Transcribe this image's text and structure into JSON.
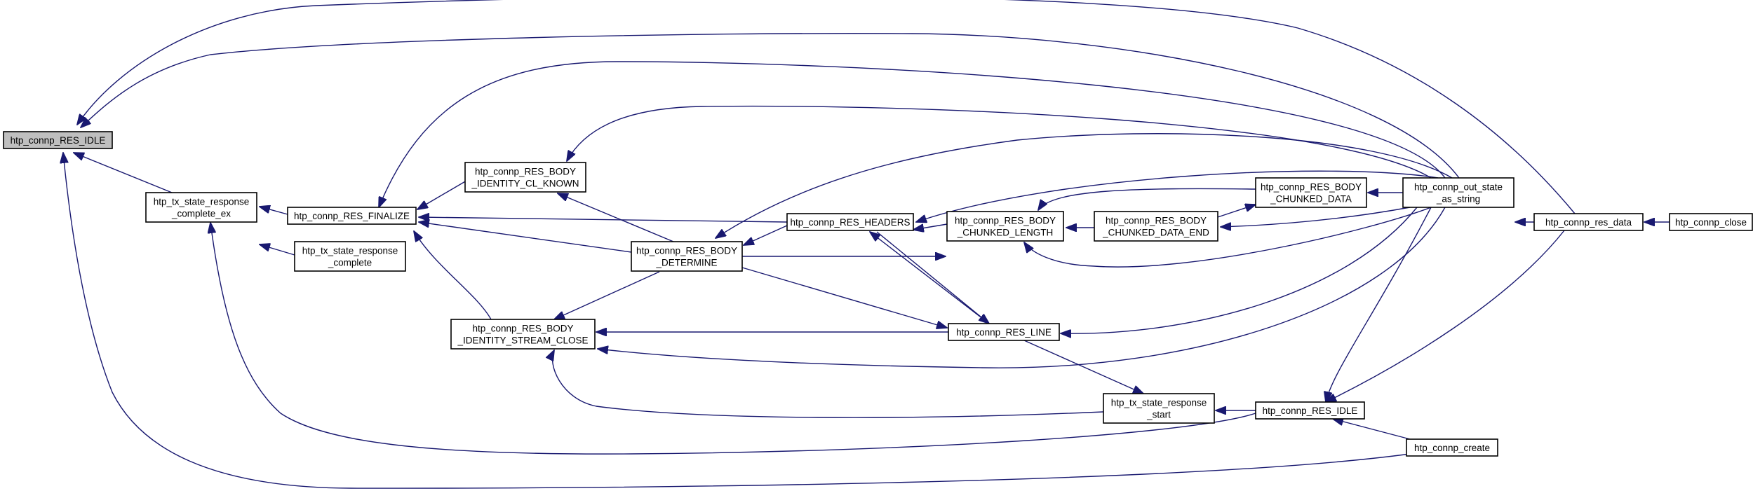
{
  "graph": {
    "colors": {
      "edge": "#191970",
      "root_fill": "#bfbfbf",
      "node_fill": "#ffffff",
      "node_stroke": "#000000"
    },
    "nodes": [
      {
        "id": "root",
        "lines": [
          "htp_connp_RES_IDLE"
        ],
        "highlight": true
      },
      {
        "id": "complete_ex",
        "lines": [
          "htp_tx_state_response",
          "_complete_ex"
        ]
      },
      {
        "id": "finalize",
        "lines": [
          "htp_connp_RES_FINALIZE"
        ]
      },
      {
        "id": "complete",
        "lines": [
          "htp_tx_state_response",
          "_complete"
        ]
      },
      {
        "id": "cl_known",
        "lines": [
          "htp_connp_RES_BODY",
          "_IDENTITY_CL_KNOWN"
        ]
      },
      {
        "id": "stream_close",
        "lines": [
          "htp_connp_RES_BODY",
          "_IDENTITY_STREAM_CLOSE"
        ]
      },
      {
        "id": "determine",
        "lines": [
          "htp_connp_RES_BODY",
          "_DETERMINE"
        ]
      },
      {
        "id": "headers",
        "lines": [
          "htp_connp_RES_HEADERS"
        ]
      },
      {
        "id": "chunked_len",
        "lines": [
          "htp_connp_RES_BODY",
          "_CHUNKED_LENGTH"
        ]
      },
      {
        "id": "res_line",
        "lines": [
          "htp_connp_RES_LINE"
        ]
      },
      {
        "id": "tx_start",
        "lines": [
          "htp_tx_state_response",
          "_start"
        ]
      },
      {
        "id": "chunked_data",
        "lines": [
          "htp_connp_RES_BODY",
          "_CHUNKED_DATA"
        ]
      },
      {
        "id": "chunked_end",
        "lines": [
          "htp_connp_RES_BODY",
          "_CHUNKED_DATA_END"
        ]
      },
      {
        "id": "res_idle2",
        "lines": [
          "htp_connp_RES_IDLE"
        ]
      },
      {
        "id": "out_state",
        "lines": [
          "htp_connp_out_state",
          "_as_string"
        ]
      },
      {
        "id": "conn_create",
        "lines": [
          "htp_connp_create"
        ]
      },
      {
        "id": "res_data",
        "lines": [
          "htp_connp_res_data"
        ]
      },
      {
        "id": "conn_close",
        "lines": [
          "htp_connp_close"
        ]
      }
    ],
    "edges": [
      {
        "from": "complete_ex",
        "to": "root"
      },
      {
        "from": "res_data",
        "to": "root"
      },
      {
        "from": "out_state",
        "to": "root"
      },
      {
        "from": "conn_create",
        "to": "root"
      },
      {
        "from": "finalize",
        "to": "complete_ex"
      },
      {
        "from": "complete",
        "to": "complete_ex"
      },
      {
        "from": "res_idle2",
        "to": "complete_ex"
      },
      {
        "from": "cl_known",
        "to": "finalize"
      },
      {
        "from": "headers",
        "to": "finalize"
      },
      {
        "from": "determine",
        "to": "finalize"
      },
      {
        "from": "stream_close",
        "to": "finalize"
      },
      {
        "from": "out_state",
        "to": "finalize"
      },
      {
        "from": "determine",
        "to": "cl_known"
      },
      {
        "from": "out_state",
        "to": "cl_known"
      },
      {
        "from": "determine",
        "to": "stream_close"
      },
      {
        "from": "res_line",
        "to": "stream_close"
      },
      {
        "from": "out_state",
        "to": "stream_close"
      },
      {
        "from": "tx_start",
        "to": "stream_close"
      },
      {
        "from": "headers",
        "to": "determine"
      },
      {
        "from": "out_state",
        "to": "determine"
      },
      {
        "from": "out_state",
        "to": "headers"
      },
      {
        "from": "res_line",
        "to": "headers"
      },
      {
        "from": "chunked_len",
        "to": "headers"
      },
      {
        "from": "determine",
        "to": "chunked_len"
      },
      {
        "from": "chunked_data",
        "to": "chunked_len"
      },
      {
        "from": "chunked_end",
        "to": "chunked_len"
      },
      {
        "from": "out_state",
        "to": "chunked_len"
      },
      {
        "from": "determine",
        "to": "res_line"
      },
      {
        "from": "headers",
        "to": "res_line"
      },
      {
        "from": "out_state",
        "to": "res_line"
      },
      {
        "from": "res_line",
        "to": "tx_start"
      },
      {
        "from": "res_idle2",
        "to": "tx_start"
      },
      {
        "from": "out_state",
        "to": "chunked_data"
      },
      {
        "from": "chunked_end",
        "to": "chunked_data"
      },
      {
        "from": "out_state",
        "to": "chunked_end"
      },
      {
        "from": "out_state",
        "to": "res_idle2"
      },
      {
        "from": "res_data",
        "to": "res_idle2"
      },
      {
        "from": "conn_create",
        "to": "res_idle2"
      },
      {
        "from": "res_data",
        "to": "out_state"
      },
      {
        "from": "conn_close",
        "to": "res_data"
      }
    ]
  }
}
